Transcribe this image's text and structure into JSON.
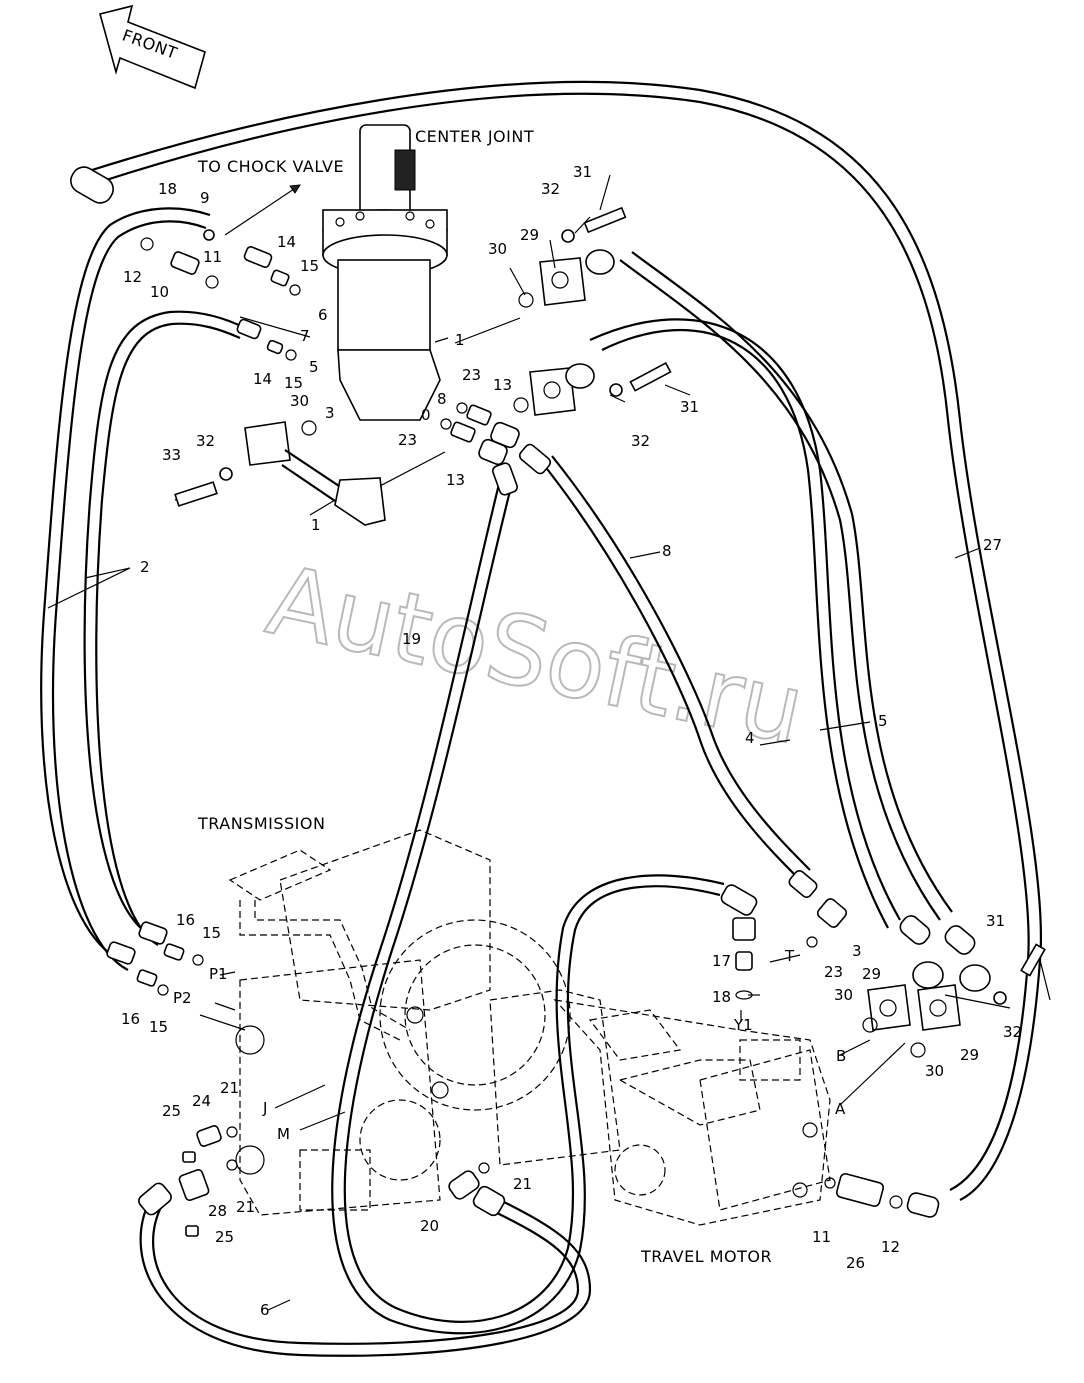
{
  "watermark": "AutoSoft.ru",
  "front_arrow": "FRONT",
  "components": {
    "center_joint": "CENTER JOINT",
    "to_chock_valve": "TO CHOCK VALVE",
    "transmission": "TRANSMISSION",
    "travel_motor": "TRAVEL MOTOR"
  },
  "part_labels": {
    "n1a": "1",
    "n1b": "1",
    "n2": "2",
    "n3a": "3",
    "n3b": "3",
    "n4": "4",
    "n5a": "5",
    "n5b": "5",
    "n6a": "6",
    "n6b": "6",
    "n7": "7",
    "n8a": "8",
    "n8b": "8",
    "n9": "9",
    "n0": "0",
    "n10": "10",
    "n11a": "11",
    "n11b": "11",
    "n12a": "12",
    "n12b": "12",
    "n13a": "13",
    "n13b": "13",
    "n14a": "14",
    "n14b": "14",
    "n15a": "15",
    "n15b": "15",
    "n15c": "15",
    "n15d": "15",
    "n16a": "16",
    "n16b": "16",
    "n17": "17",
    "n18a": "18",
    "n18b": "18",
    "n19": "19",
    "n20": "20",
    "n21a": "21",
    "n21b": "21",
    "n21c": "21",
    "n23a": "23",
    "n23b": "23",
    "n23c": "23",
    "n24": "24",
    "n25a": "25",
    "n25b": "25",
    "n26": "26",
    "n27": "27",
    "n28": "28",
    "n29a": "29",
    "n29b": "29",
    "n29c": "29",
    "n30a": "30",
    "n30b": "30",
    "n30c": "30",
    "n30d": "30",
    "n31a": "31",
    "n31b": "31",
    "n31c": "31",
    "n32a": "32",
    "n32b": "32",
    "n32c": "32",
    "n32d": "32",
    "n33": "33"
  },
  "port_labels": {
    "p1": "P1",
    "p2": "P2",
    "j": "J",
    "m": "M",
    "t": "T",
    "y1": "Y1",
    "b": "B",
    "a": "A"
  }
}
